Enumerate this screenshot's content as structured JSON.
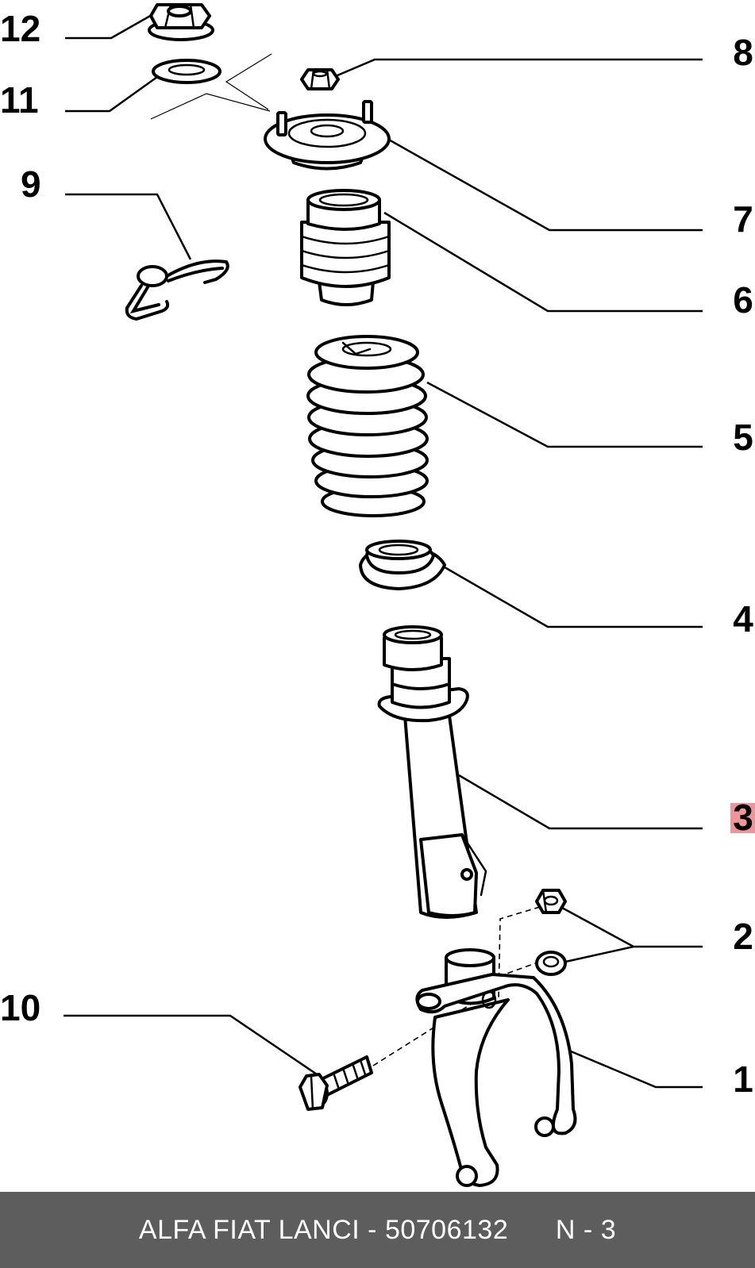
{
  "callouts": {
    "c1": "1",
    "c2": "2",
    "c3": "3",
    "c4": "4",
    "c5": "5",
    "c6": "6",
    "c7": "7",
    "c8": "8",
    "c9": "9",
    "c10": "10",
    "c11": "11",
    "c12": "12"
  },
  "highlight_color": "#e8707a",
  "footer": {
    "brand": "ALFA FIAT LANCI",
    "separator": " - ",
    "part_number": "50706132",
    "reference": "N - 3"
  }
}
